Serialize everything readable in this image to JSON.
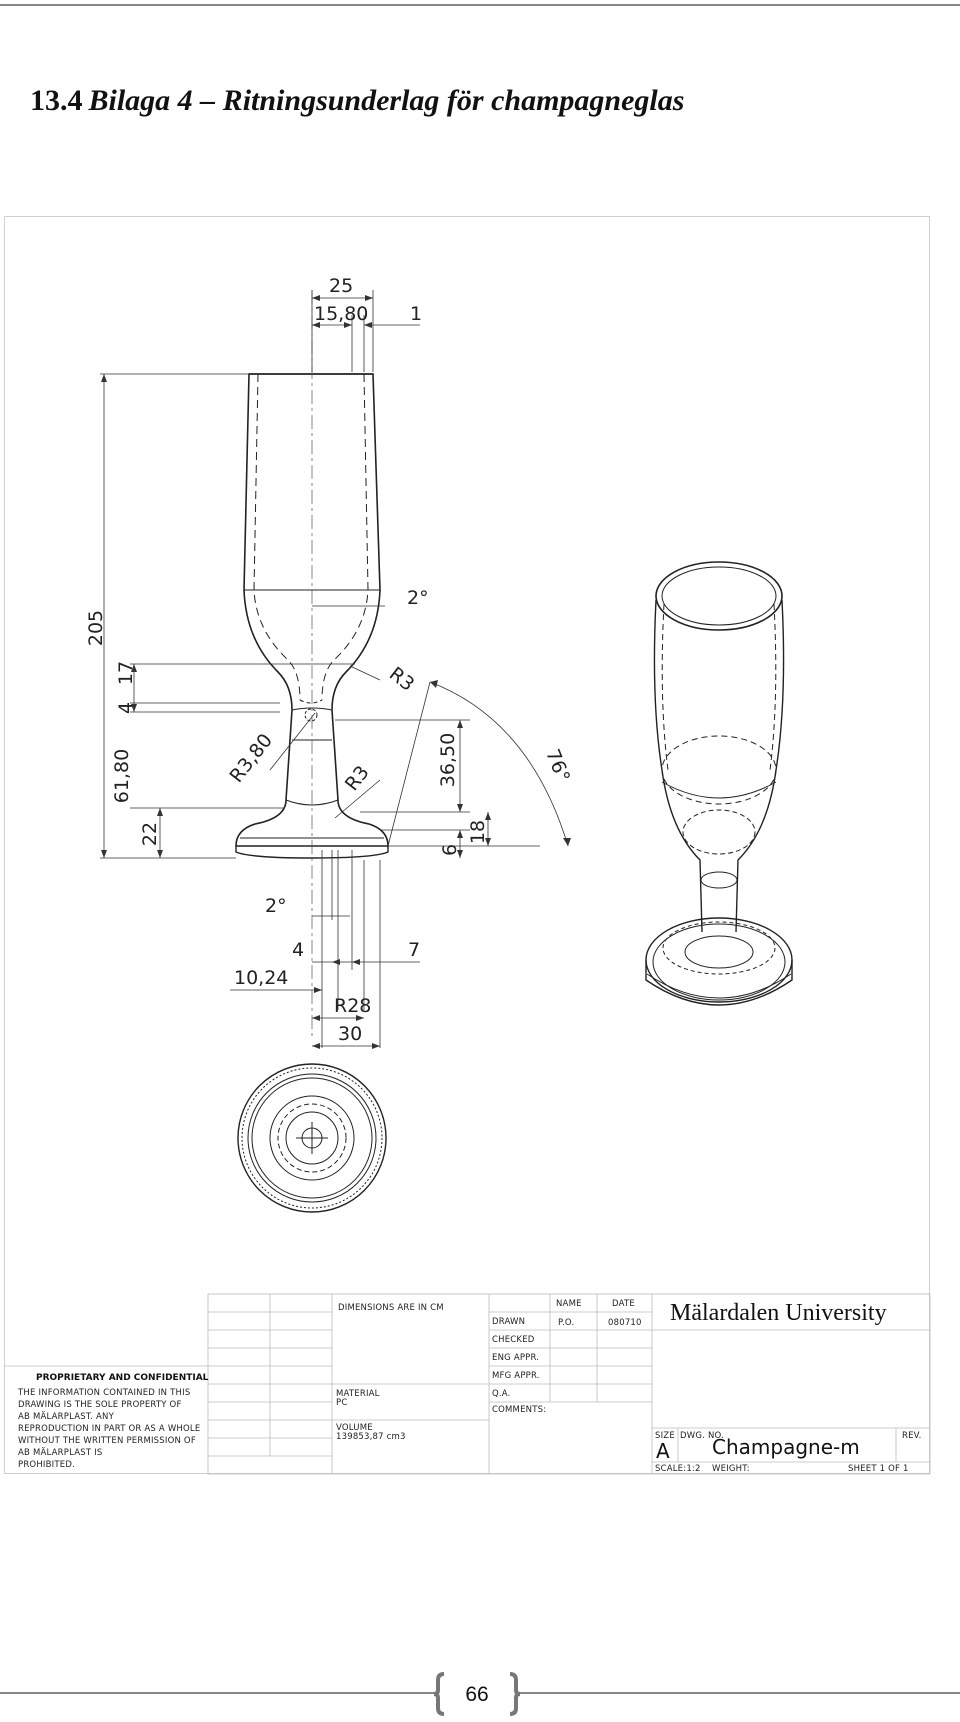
{
  "heading": {
    "number": "13.4",
    "title": "Bilaga 4 – Ritningsunderlag för champagneglas"
  },
  "dimensions": {
    "d25": "25",
    "d1580": "15,80",
    "d1": "1",
    "d205": "205",
    "d2a": "2°",
    "d17": "17",
    "d4a": "4",
    "d6180": "61,80",
    "d22": "22",
    "dR3a": "R3",
    "dR380": "R3,80",
    "dR3b": "R3",
    "d3650": "36,50",
    "d76": "76°",
    "d6": "6",
    "d18": "18",
    "d2b": "2°",
    "d4b": "4",
    "d7": "7",
    "d1024": "10,24",
    "dR28": "R28",
    "d30": "30"
  },
  "title_block": {
    "dimensions_note": "DIMENSIONS ARE IN CM",
    "name_header": "NAME",
    "date_header": "DATE",
    "drawn_label": "DRAWN",
    "drawn_name": "P.O.",
    "drawn_date": "080710",
    "checked": "CHECKED",
    "eng_appr": "ENG APPR.",
    "mfg_appr": "MFG APPR.",
    "qa": "Q.A.",
    "comments": "COMMENTS:",
    "material_label": "MATERIAL",
    "material_value": "PC",
    "volume_label": "VOLUME",
    "volume_value": "139853,87 cm3",
    "university": "Mälardalen University",
    "size_label": "SIZE",
    "size_value": "A",
    "dwg_no_label": "DWG. NO.",
    "dwg_no_value": "Champagne-m",
    "rev": "REV.",
    "scale": "SCALE:1:2",
    "weight": "WEIGHT:",
    "sheet": "SHEET 1 OF 1",
    "prop_title": "PROPRIETARY AND CONFIDENTIAL",
    "prop_lines": [
      "THE INFORMATION CONTAINED IN THIS",
      "DRAWING IS THE SOLE PROPERTY OF",
      "AB MÄLARPLAST.  ANY",
      "REPRODUCTION IN PART OR AS A WHOLE",
      "WITHOUT THE WRITTEN PERMISSION OF",
      "AB MÄLARPLAST IS",
      "PROHIBITED."
    ]
  },
  "page_number": "66"
}
